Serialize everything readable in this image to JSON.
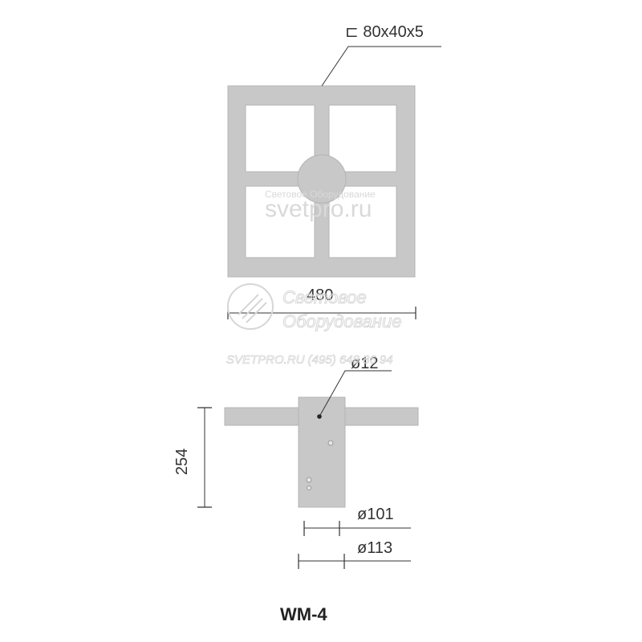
{
  "profile_label": "⊏ 80x40x5",
  "dim_width": "480",
  "dim_hole": "ø12",
  "dim_height": "254",
  "dim_inner_diameter": "ø101",
  "dim_outer_diameter": "ø113",
  "model_title": "WM-4",
  "watermark": {
    "line1": "Световое Оборудование",
    "line2": "svetpro.ru",
    "logo_line1": "Световое",
    "logo_line2": "Оборудование",
    "logo_line3": "SVETPRO.RU  (495) 648 86 94"
  },
  "colors": {
    "part_fill": "#c8c8c8",
    "part_stroke": "#b4b4b4",
    "dim_line": "#333333"
  }
}
